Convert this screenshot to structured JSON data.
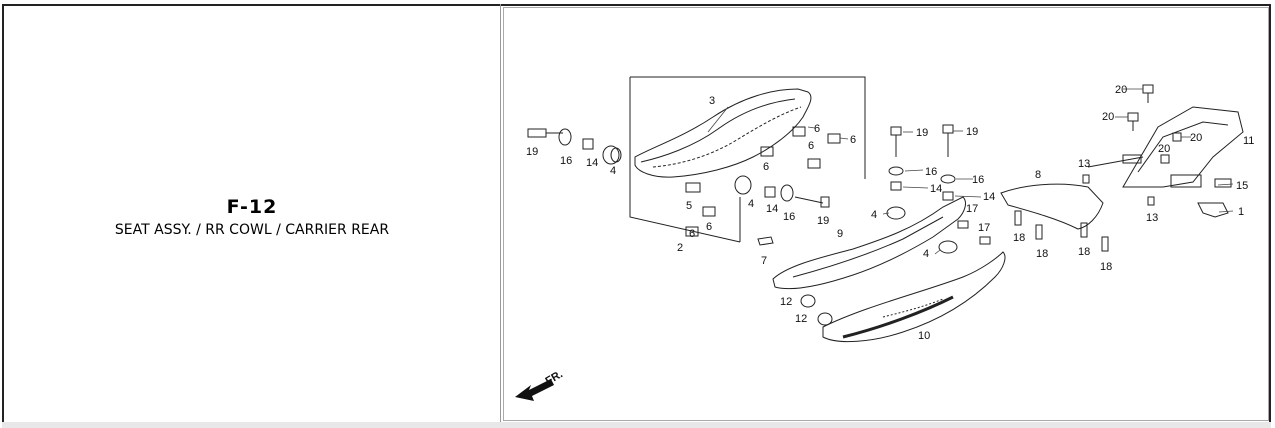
{
  "section": {
    "code": "F-12",
    "description": "SEAT ASSY. / RR COWL / CARRIER REAR"
  },
  "diagram": {
    "direction_label": "FR.",
    "callouts": [
      "1",
      "2",
      "3",
      "4",
      "4",
      "4",
      "4",
      "5",
      "6",
      "6",
      "6",
      "6",
      "6",
      "6",
      "7",
      "8",
      "9",
      "10",
      "11",
      "12",
      "12",
      "13",
      "13",
      "14",
      "14",
      "14",
      "14",
      "15",
      "16",
      "16",
      "16",
      "16",
      "17",
      "17",
      "18",
      "18",
      "18",
      "18",
      "19",
      "19",
      "19",
      "19",
      "20",
      "20",
      "20",
      "20"
    ]
  }
}
